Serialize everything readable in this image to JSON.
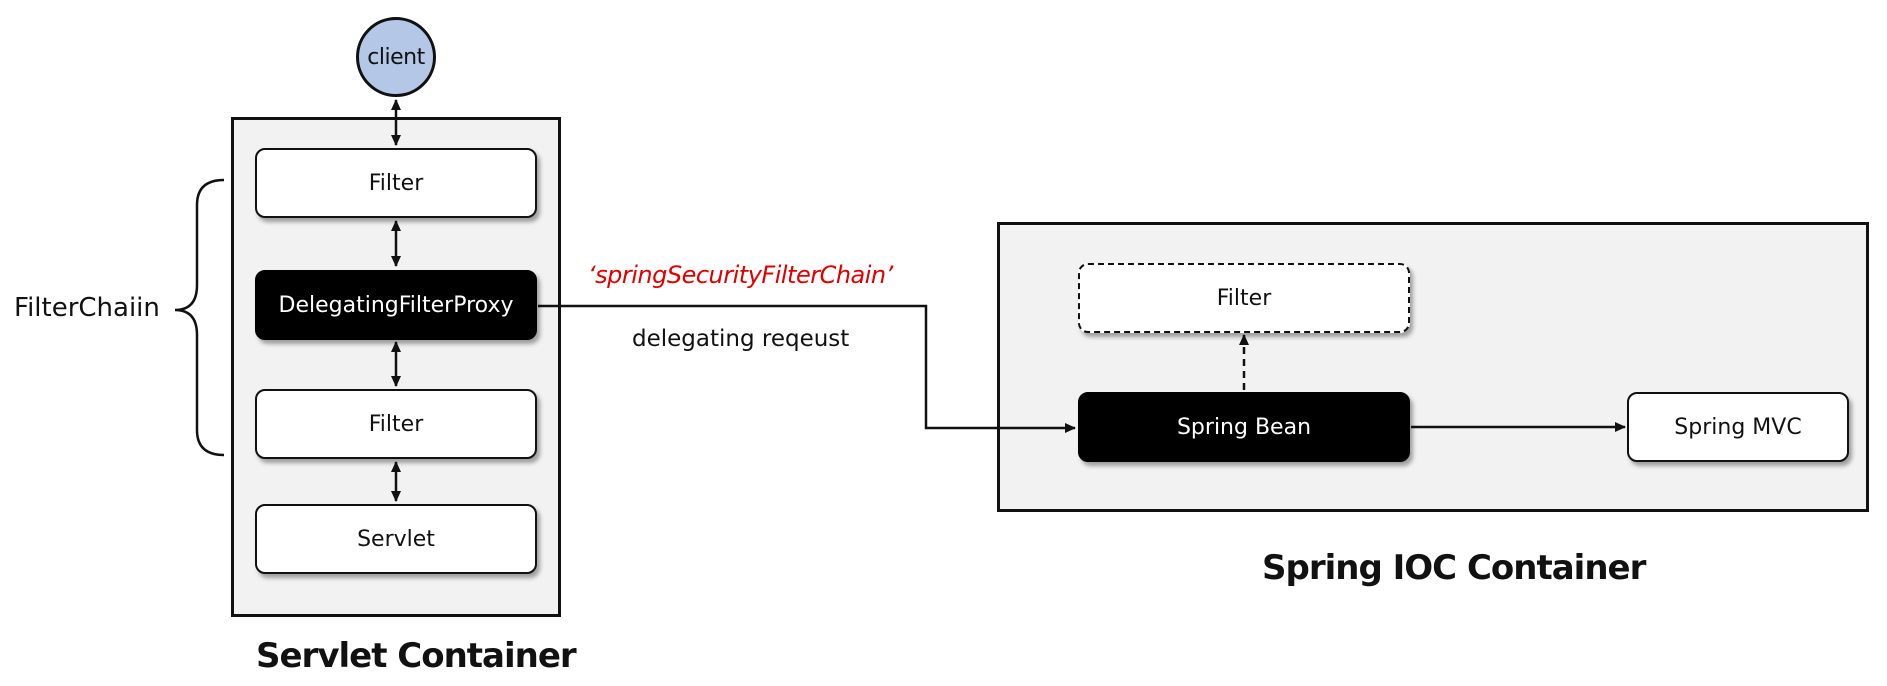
{
  "client": {
    "label": "client",
    "fill": "#b4c7e7"
  },
  "filter_chain": {
    "label": "FilterChaiin"
  },
  "servlet_container": {
    "caption": "Servlet Container",
    "filter_top": "Filter",
    "delegating_proxy": "DelegatingFilterProxy",
    "filter_bottom": "Filter",
    "servlet": "Servlet"
  },
  "delegation": {
    "bean_name": "‘springSecurityFilterChain’",
    "bean_name_color": "#e00000",
    "request_label": "delegating reqeust"
  },
  "ioc_container": {
    "caption": "Spring IOC Container",
    "filter": "Filter",
    "spring_bean": "Spring Bean",
    "spring_mvc": "Spring MVC"
  }
}
